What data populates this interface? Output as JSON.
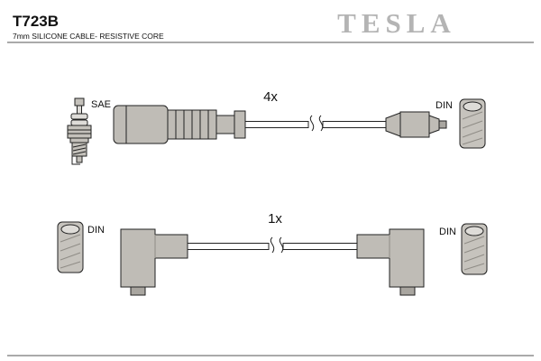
{
  "header": {
    "part_number": "T723B",
    "description": "7mm SILICONE CABLE- RESISTIVE CORE",
    "brand": "TESLA"
  },
  "cables": {
    "top": {
      "quantity_label": "4x",
      "left_terminal": "SAE",
      "right_terminal": "DIN"
    },
    "bottom": {
      "quantity_label": "1x",
      "left_terminal": "DIN",
      "right_terminal": "DIN"
    }
  },
  "icons": {
    "top_left": "spark-plug-icon",
    "top_right": "din-terminal-icon",
    "bottom_left": "din-terminal-icon",
    "bottom_right": "din-terminal-icon",
    "wire_break": "break-mark-icon"
  },
  "colors": {
    "background": "#ffffff",
    "boot_fill": "#bfbcb6",
    "boot_fill_light": "#dedcd8",
    "terminal_fill": "#a9a6a0",
    "outline": "#222222",
    "brand_gray": "#b4b4b4",
    "rule_line": "#555555"
  }
}
